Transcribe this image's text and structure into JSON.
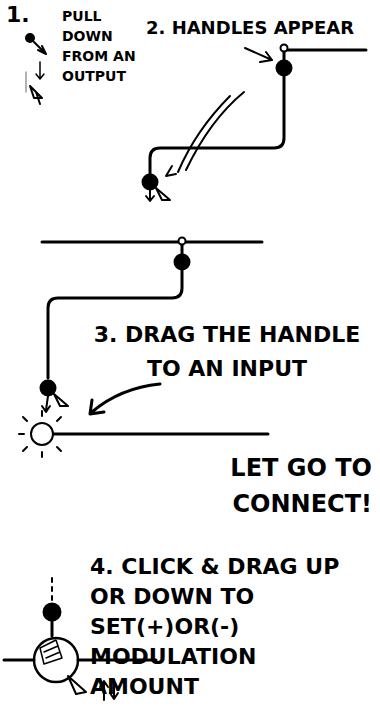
{
  "diagram": {
    "labels": [
      "1.",
      "PULL DOWN FROM AN OUTPUT",
      "2. HANDLES APPEAR",
      "3. DRAG THE HANDLE TO AN INPUT",
      "LET GO TO CONNECT!",
      "4. CLICK & DRAG UP OR DOWN TO SET(+)OR(-) MODULATION AMOUNT"
    ]
  }
}
